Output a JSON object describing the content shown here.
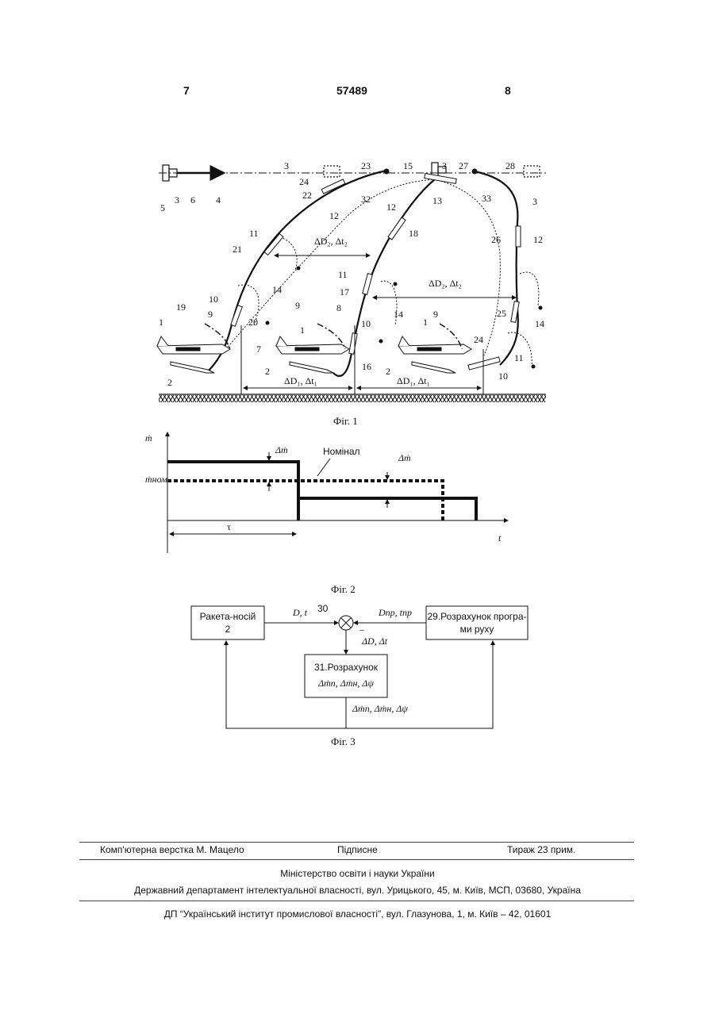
{
  "header": {
    "page_left": "7",
    "patent_no": "57489",
    "page_right": "8"
  },
  "fig1": {
    "caption": "Фіг. 1",
    "numbers": [
      "1",
      "2",
      "3",
      "4",
      "5",
      "6",
      "7",
      "8",
      "9",
      "10",
      "11",
      "12",
      "13",
      "14",
      "15",
      "16",
      "17",
      "18",
      "19",
      "20",
      "21",
      "22",
      "23",
      "24",
      "25",
      "26",
      "27",
      "28",
      "32",
      "33"
    ],
    "labels": {
      "dD2dt2_a": "ΔD₂, Δt₂",
      "dD2dt2_b": "ΔD₂, Δt₂",
      "dD1dt1_a": "ΔD₁, Δt₁",
      "dD1dt1_b": "ΔD₁, Δt₁"
    }
  },
  "fig2": {
    "caption": "Фіг. 2",
    "y_axis": "ṁ",
    "x_axis": "t",
    "nominal_label": "Номінал",
    "m_nom": "ṁном",
    "delta_m_left": "Δṁ",
    "delta_m_right": "Δṁ",
    "tau": "τ"
  },
  "fig3": {
    "caption": "Фіг. 3",
    "block_carrier_line1": "Ракета-носій",
    "block_carrier_line2": "2",
    "block_program_line1": "29.Розрахунок програ-",
    "block_program_line2": "ми руху",
    "block_calc_line1": "31.Розрахунок",
    "block_calc_line2": "Δṁп, Δṁн, Δψ",
    "sum_node": "30",
    "sig_D_t": "D, t",
    "sig_Dpr": "Dпр, tпр",
    "sig_minus": "–",
    "sig_dD": "ΔD, Δt",
    "sig_feedback": "Δṁп, Δṁн, Δψ"
  },
  "footer": {
    "layout": "Комп'ютерна верстка М. Мацело",
    "signed": "Підписне",
    "print_run": "Тираж 23 прим.",
    "ministry": "Міністерство освіти і науки України",
    "department": "Державний департамент інтелектуальної власності, вул. Урицького, 45, м. Київ, МСП, 03680, Україна",
    "institute": "ДП “Український інститут промислової власності”, вул. Глазунова, 1, м. Київ – 42, 01601"
  }
}
